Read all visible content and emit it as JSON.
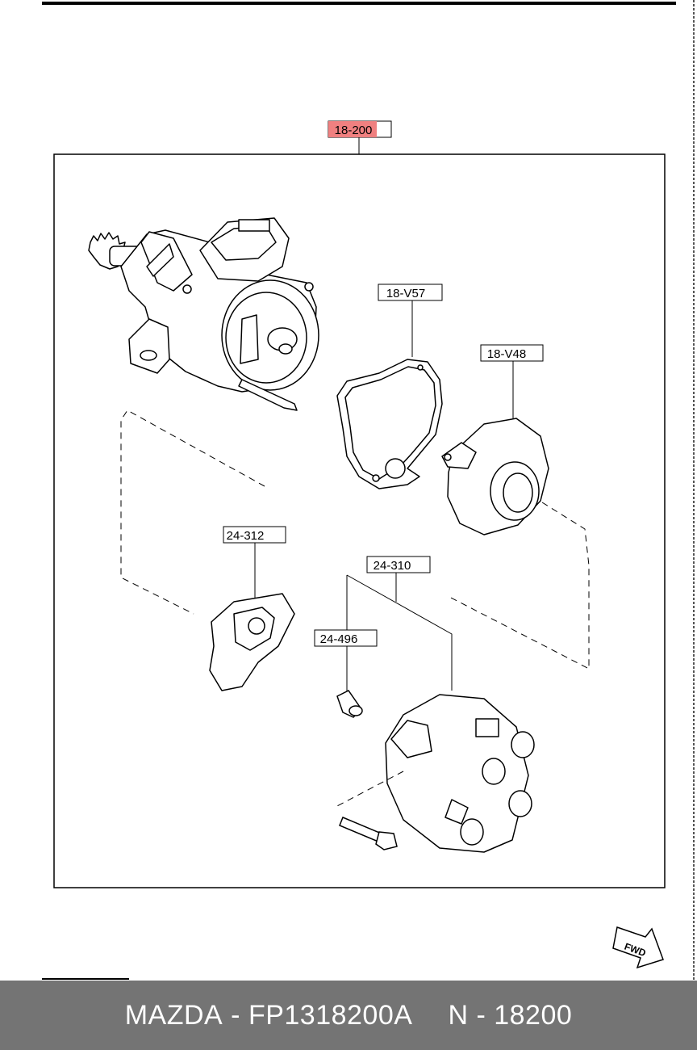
{
  "callouts": {
    "assembly": "18-200",
    "gasket": "18-V57",
    "pickup": "18-V48",
    "rotor": "24-312",
    "cap": "24-310",
    "plug": "24-496"
  },
  "fwd_label": "FWD",
  "footer": {
    "brand": "MAZDA",
    "separator1": " - ",
    "part_number": "FP1318200A",
    "ref_prefix": "N",
    "separator2": " - ",
    "ref_number": "18200"
  },
  "colors": {
    "highlight": "#f08080",
    "footer_bg": "#747474"
  }
}
